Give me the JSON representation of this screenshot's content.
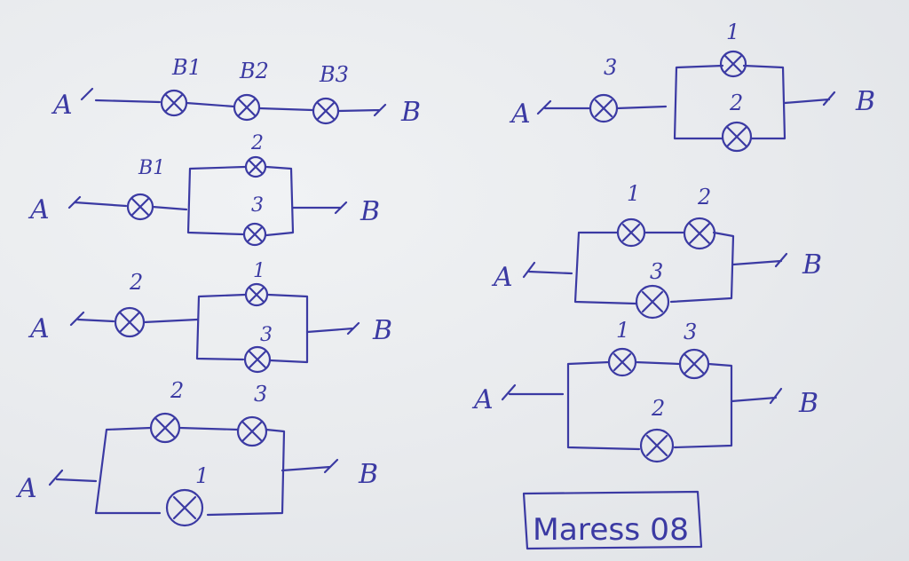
{
  "terminal_left": "A",
  "terminal_right": "B",
  "circuits": [
    {
      "lamp_labels": [
        "B1",
        "B2",
        "B3"
      ]
    },
    {
      "lamp_labels": [
        "B1",
        "2",
        "3"
      ]
    },
    {
      "lamp_labels": [
        "2",
        "1",
        "3"
      ]
    },
    {
      "lamp_labels": [
        "2",
        "3",
        "1"
      ]
    },
    {
      "lamp_labels": [
        "3",
        "1",
        "2"
      ]
    },
    {
      "lamp_labels": [
        "1",
        "2",
        "3"
      ]
    },
    {
      "lamp_labels": [
        "1",
        "3",
        "2"
      ]
    }
  ],
  "signature": "Maress 08",
  "ink_color": "#3b3aa3"
}
